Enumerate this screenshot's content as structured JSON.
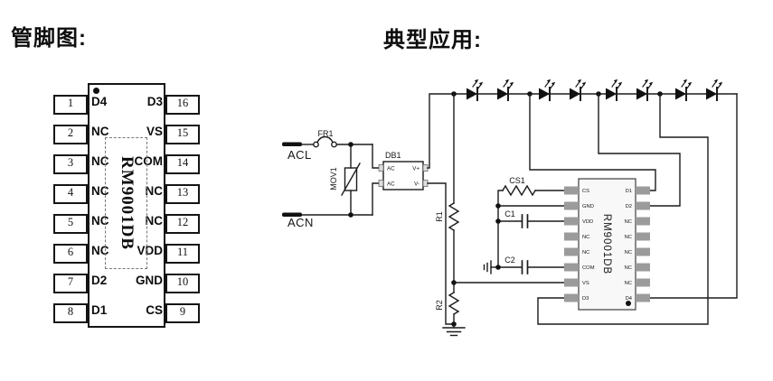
{
  "left_panel": {
    "title": "管脚图:",
    "chip_name": "RM9001DB",
    "pins_left": [
      {
        "num": "1",
        "label": "D4"
      },
      {
        "num": "2",
        "label": "NC"
      },
      {
        "num": "3",
        "label": "NC"
      },
      {
        "num": "4",
        "label": "NC"
      },
      {
        "num": "5",
        "label": "NC"
      },
      {
        "num": "6",
        "label": "NC"
      },
      {
        "num": "7",
        "label": "D2"
      },
      {
        "num": "8",
        "label": "D1"
      }
    ],
    "pins_right": [
      {
        "num": "16",
        "label": "D3"
      },
      {
        "num": "15",
        "label": "VS"
      },
      {
        "num": "14",
        "label": "COM"
      },
      {
        "num": "13",
        "label": "NC"
      },
      {
        "num": "12",
        "label": "NC"
      },
      {
        "num": "11",
        "label": "VDD"
      },
      {
        "num": "10",
        "label": "GND"
      },
      {
        "num": "9",
        "label": "CS"
      }
    ]
  },
  "right_panel": {
    "title": "典型应用:",
    "chip": {
      "name": "RM9001DB",
      "pins_left": [
        "CS",
        "GND",
        "VDD",
        "NC",
        "NC",
        "COM",
        "VS",
        "D3"
      ],
      "pins_right": [
        "D1",
        "D2",
        "NC",
        "NC",
        "NC",
        "NC",
        "NC",
        "D4"
      ]
    },
    "components": {
      "acl": "ACL",
      "acn": "ACN",
      "fuse": "FR1",
      "varistor": "MOV1",
      "bridge": "DB1",
      "bridge_ac_top": "AC",
      "bridge_ac_bottom": "AC",
      "bridge_vplus": "V+",
      "bridge_vminus": "V-",
      "r1": "R1",
      "r2": "R2",
      "cs1": "CS1",
      "c1": "C1",
      "c2": "C2"
    },
    "led_count": 8
  },
  "colors": {
    "line": "#1b1b1b",
    "pin_fill": "#9b9b9b",
    "chip_body": "#f8f8f8"
  }
}
